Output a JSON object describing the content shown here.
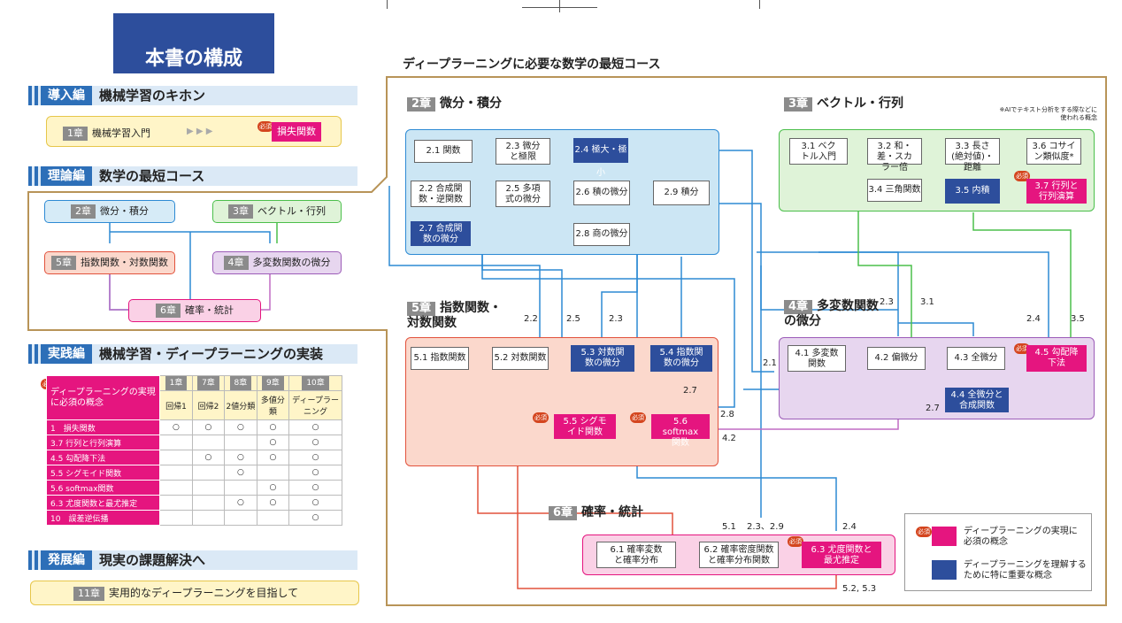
{
  "left": {
    "banner": "本書の構成",
    "intro": {
      "tag": "導入編",
      "title": "機械学習のキホン",
      "chap": "1章",
      "chap_title": "機械学習入門",
      "arrows": "▶ ▶ ▶",
      "flag": "必須",
      "target": "損失関数"
    },
    "theory": {
      "tag": "理論編",
      "title": "数学の最短コース",
      "c2": {
        "chap": "2章",
        "title": "微分・積分"
      },
      "c3": {
        "chap": "3章",
        "title": "ベクトル・行列"
      },
      "c5": {
        "chap": "5章",
        "title": "指数関数・対数関数"
      },
      "c4": {
        "chap": "4章",
        "title": "多変数関数の微分"
      },
      "c6": {
        "chap": "6章",
        "title": "確率・統計"
      }
    },
    "practice": {
      "tag": "実践編",
      "title": "機械学習・ディープラーニングの実装",
      "flag": "必須",
      "header_label": "ディープラーニングの実現に必須の概念",
      "columns": [
        {
          "chap": "1章",
          "name": "回帰1"
        },
        {
          "chap": "7章",
          "name": "回帰2"
        },
        {
          "chap": "8章",
          "name": "2値分類"
        },
        {
          "chap": "9章",
          "name": "多値分類"
        },
        {
          "chap": "10章",
          "name": "ディープラーニング"
        }
      ],
      "rows": [
        {
          "label": "1　損失関数",
          "marks": [
            "○",
            "○",
            "○",
            "○",
            "○"
          ]
        },
        {
          "label": "3.7 行列と行列演算",
          "marks": [
            "",
            "",
            "",
            "○",
            "○"
          ]
        },
        {
          "label": "4.5 勾配降下法",
          "marks": [
            "",
            "○",
            "○",
            "○",
            "○"
          ]
        },
        {
          "label": "5.5 シグモイド関数",
          "marks": [
            "",
            "",
            "○",
            "",
            "○"
          ]
        },
        {
          "label": "5.6 softmax関数",
          "marks": [
            "",
            "",
            "",
            "○",
            "○"
          ]
        },
        {
          "label": "6.3 尤度関数と最尤推定",
          "marks": [
            "",
            "",
            "○",
            "○",
            "○"
          ]
        },
        {
          "label": "10　誤差逆伝播",
          "marks": [
            "",
            "",
            "",
            "",
            "○"
          ]
        }
      ]
    },
    "advanced": {
      "tag": "発展編",
      "title": "現実の課題解決へ",
      "chap": "11章",
      "chap_title": "実用的なディープラーニングを目指して"
    }
  },
  "right": {
    "title": "ディープラーニングに必要な数学の最短コース",
    "ch2": {
      "chap": "2章",
      "title": "微分・積分",
      "n21": "2.1 関数",
      "n23": "2.3 微分と極限",
      "n24": "2.4 極大・極小",
      "n22": "2.2 合成関数・逆関数",
      "n25": "2.5 多項式の微分",
      "n26": "2.6 積の微分",
      "n29": "2.9 積分",
      "n27": "2.7 合成関数の微分",
      "n28": "2.8 商の微分"
    },
    "ch3": {
      "chap": "3章",
      "title": "ベクトル・行列",
      "note": "※AIでテキスト分析をする際などに使われる概念",
      "n31": "3.1 ベクトル入門",
      "n32": "3.2 和・差・スカラー倍",
      "n33": "3.3 長さ(絶対値)・距離",
      "n36": "3.6 コサイン類似度*",
      "n34": "3.4 三角関数",
      "n35": "3.5 内積",
      "n37": "3.7 行列と行列演算"
    },
    "ch5": {
      "chap": "5章",
      "title": "指数関数・対数関数",
      "n51": "5.1 指数関数",
      "n52": "5.2 対数関数",
      "n53": "5.3 対数関数の微分",
      "n54": "5.4 指数関数の微分",
      "n55": "5.5 シグモイド関数",
      "n56": "5.6 softmax関数"
    },
    "ch4": {
      "chap": "4章",
      "title": "多変数関数の微分",
      "n41": "4.1 多変数関数",
      "n42": "4.2 偏微分",
      "n43": "4.3 全微分",
      "n45": "4.5 勾配降下法",
      "n44": "4.4 全微分と合成関数"
    },
    "ch6": {
      "chap": "6章",
      "title": "確率・統計",
      "n61": "6.1 確率変数と確率分布",
      "n62": "6.2 確率密度関数と確率分布関数",
      "n63": "6.3 尤度関数と最尤推定"
    },
    "refs": {
      "r22": "2.2",
      "r25": "2.5",
      "r23a": "2.3",
      "r21": "2.1",
      "r23b": "2.3",
      "r31": "3.1",
      "r24a": "2.4",
      "r35": "3.5",
      "r27a": "2.7",
      "r28": "2.8",
      "r42": "4.2",
      "r27b": "2.7",
      "r51": "5.1",
      "r2329": "2.3、2.9",
      "r24b": "2.4",
      "r5253": "5.2, 5.3"
    },
    "flag": "必須",
    "legend": {
      "flag": "必須",
      "pink": "ディープラーニングの実現に必須の概念",
      "blue": "ディープラーニングを理解するために特に重要な概念"
    }
  }
}
